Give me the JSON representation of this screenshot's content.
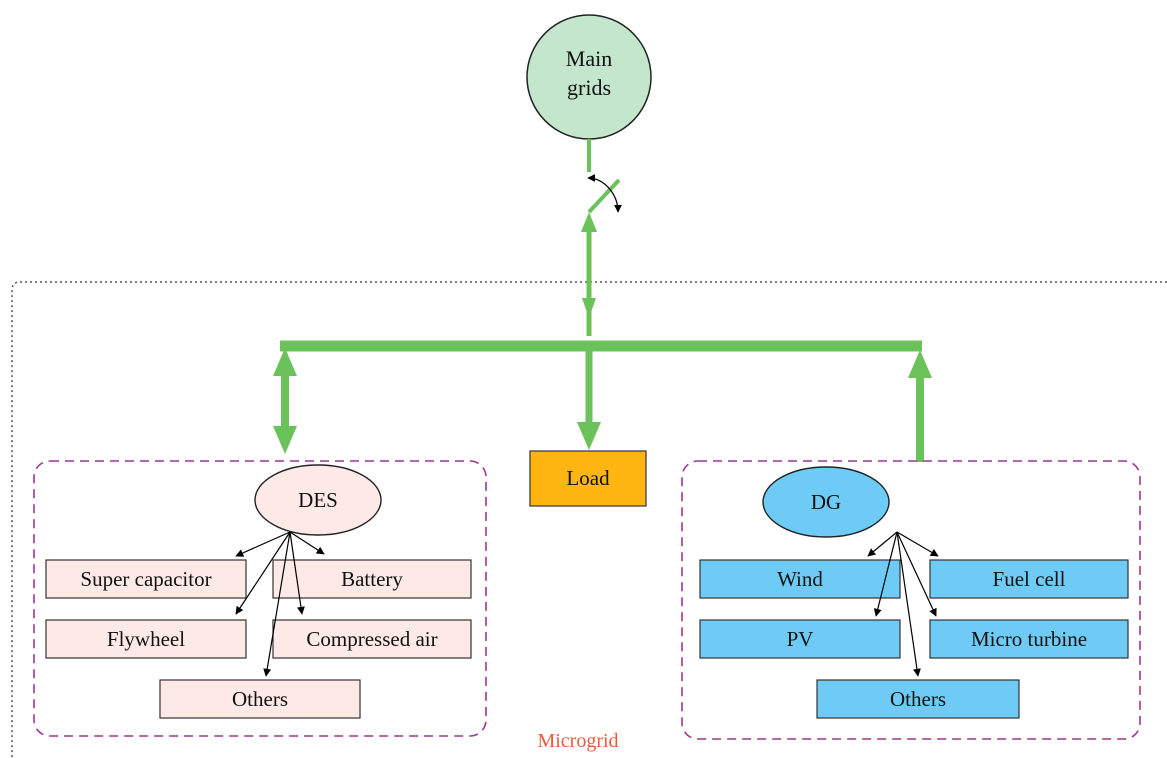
{
  "diagram": {
    "main_grid": {
      "line1": "Main",
      "line2": "grids"
    },
    "microgrid_label": "Microgrid",
    "load": "Load",
    "des": {
      "title": "DES",
      "items": [
        "Super capacitor",
        "Battery",
        "Flywheel",
        "Compressed air",
        "Others"
      ]
    },
    "dg": {
      "title": "DG",
      "items": [
        "Wind",
        "Fuel cell",
        "PV",
        "Micro turbine",
        "Others"
      ]
    }
  },
  "colors": {
    "main_grid_fill": "#c3e6cc",
    "bus_green": "#6cc25a",
    "load_fill": "#ffb612",
    "des_fill": "#fde9e6",
    "dg_fill": "#6dcbf5",
    "group_border": "#a0358f",
    "microgrid_label": "#ee5a3c"
  },
  "icons": [
    "switch-rotation-arrow-icon"
  ]
}
